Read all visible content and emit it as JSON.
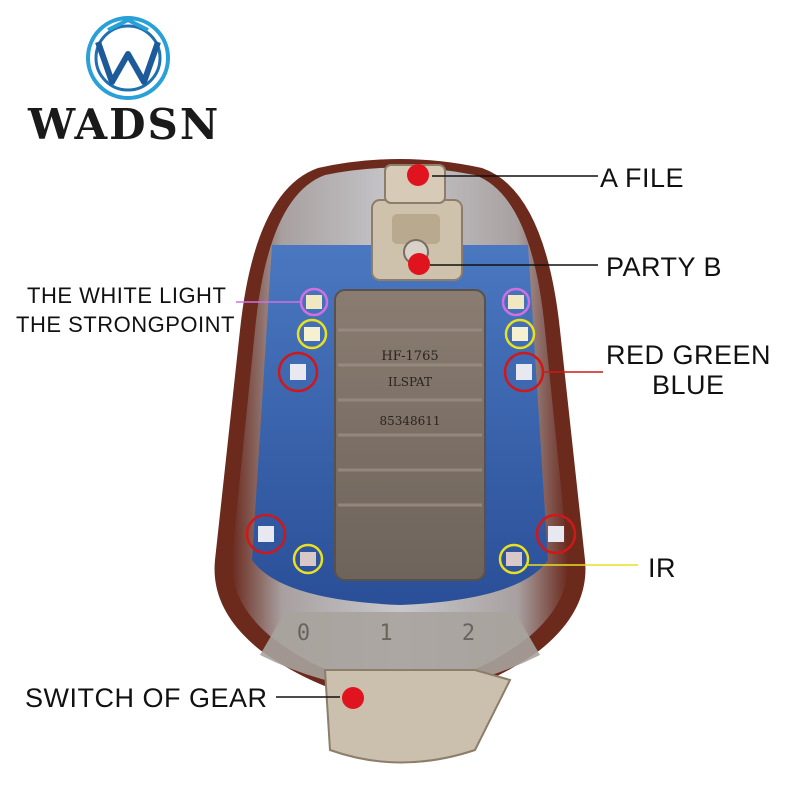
{
  "brand": {
    "name": "WADSN",
    "logo_icon": "w-shield-logo"
  },
  "product": {
    "model_text": "HF-1765",
    "line2": "ILSPAT",
    "line3": "85348611",
    "dial_marks": "0 1 2"
  },
  "callouts": {
    "a_file": "A FILE",
    "party_b": "PARTY B",
    "white_light_line1": "THE WHITE LIGHT",
    "white_light_line2": "THE STRONGPOINT",
    "rgb_line1": "RED GREEN",
    "rgb_line2": "BLUE",
    "ir": "IR",
    "switch": "SWITCH OF GEAR"
  },
  "colors": {
    "marker_red": "#e0141e",
    "white_ring": "#d070e0",
    "yellow_ring": "#e8e020",
    "red_ring": "#d01818",
    "housing": "#7a3a2a",
    "board": "#2a5aa8"
  }
}
